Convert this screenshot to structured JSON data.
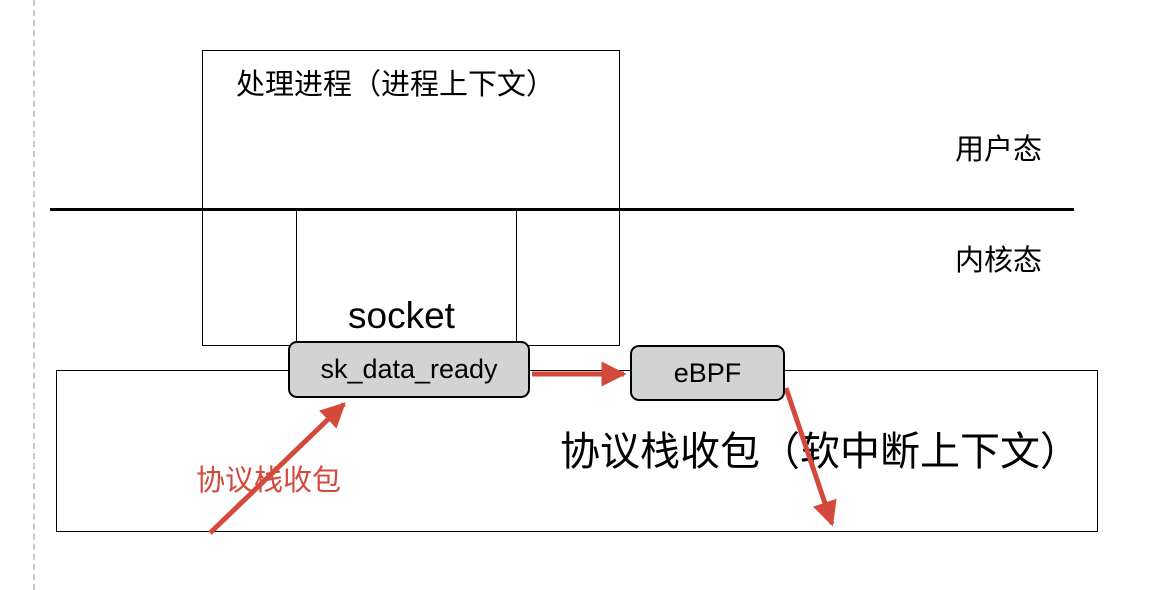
{
  "diagram": {
    "process_box_title": "处理进程（进程上下文）",
    "user_mode_label": "用户态",
    "kernel_mode_label": "内核态",
    "socket_label": "socket",
    "sk_data_ready_label": "sk_data_ready",
    "ebpf_label": "eBPF",
    "softirq_box_title": "协议栈收包（软中断上下文）",
    "protocol_stack_receive_label": "协议栈收包",
    "arrow_color": "#d34a3c",
    "node_fill_color": "#d3d3d3"
  }
}
